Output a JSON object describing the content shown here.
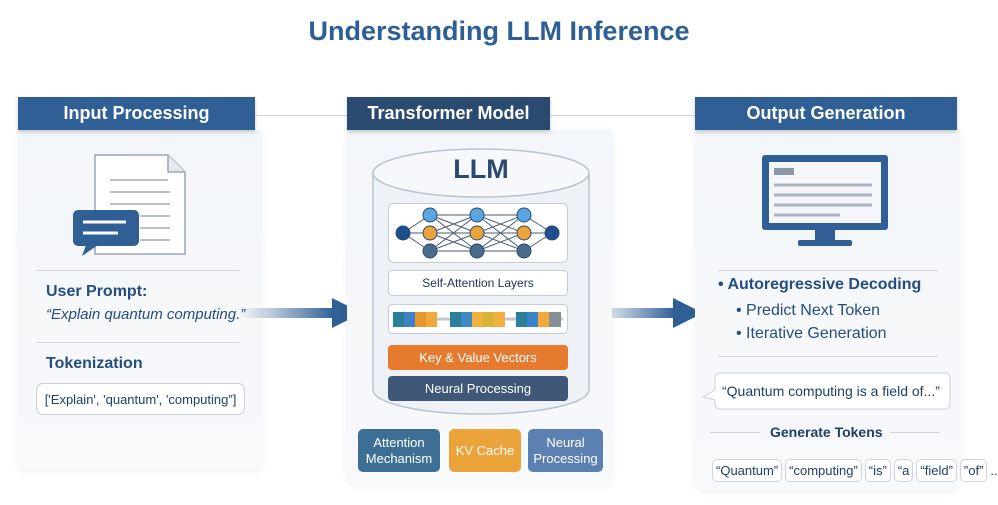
{
  "title": "Understanding LLM Inference",
  "input": {
    "header": "Input Processing",
    "prompt_label": "User Prompt:",
    "prompt_text": "“Explain quantum computing.”",
    "tokenization_label": "Tokenization",
    "tokens": "['Explain', 'quantum', 'computing”]"
  },
  "model": {
    "header": "Transformer Model",
    "cylinder_label": "LLM",
    "self_attention": "Self-Attention Layers",
    "kv_vectors": "Key & Value Vectors",
    "neural": "Neural Processing",
    "components": [
      {
        "label": "Attention Mechanism",
        "color": "#3d6f94"
      },
      {
        "label": "KV Cache",
        "color": "#eca43a"
      },
      {
        "label": "Neural Processing",
        "color": "#5b80b2"
      }
    ]
  },
  "output": {
    "header": "Output Generation",
    "decoding": "Autoregressive Decoding",
    "sub_items": [
      "Predict Next Token",
      "Iterative Generation"
    ],
    "output_text": "“Quantum computing is a field of...”",
    "generate_label": "Generate Tokens",
    "tokens": [
      "“Quantum”",
      "“computing”",
      "“is”",
      "“a",
      "“field”",
      "”of”"
    ],
    "ellipsis": "..."
  },
  "colors": {
    "header_blue": "#2f5f95",
    "header_dark": "#2b4a6f",
    "orange": "#e67a2e",
    "navy": "#3f5877"
  }
}
